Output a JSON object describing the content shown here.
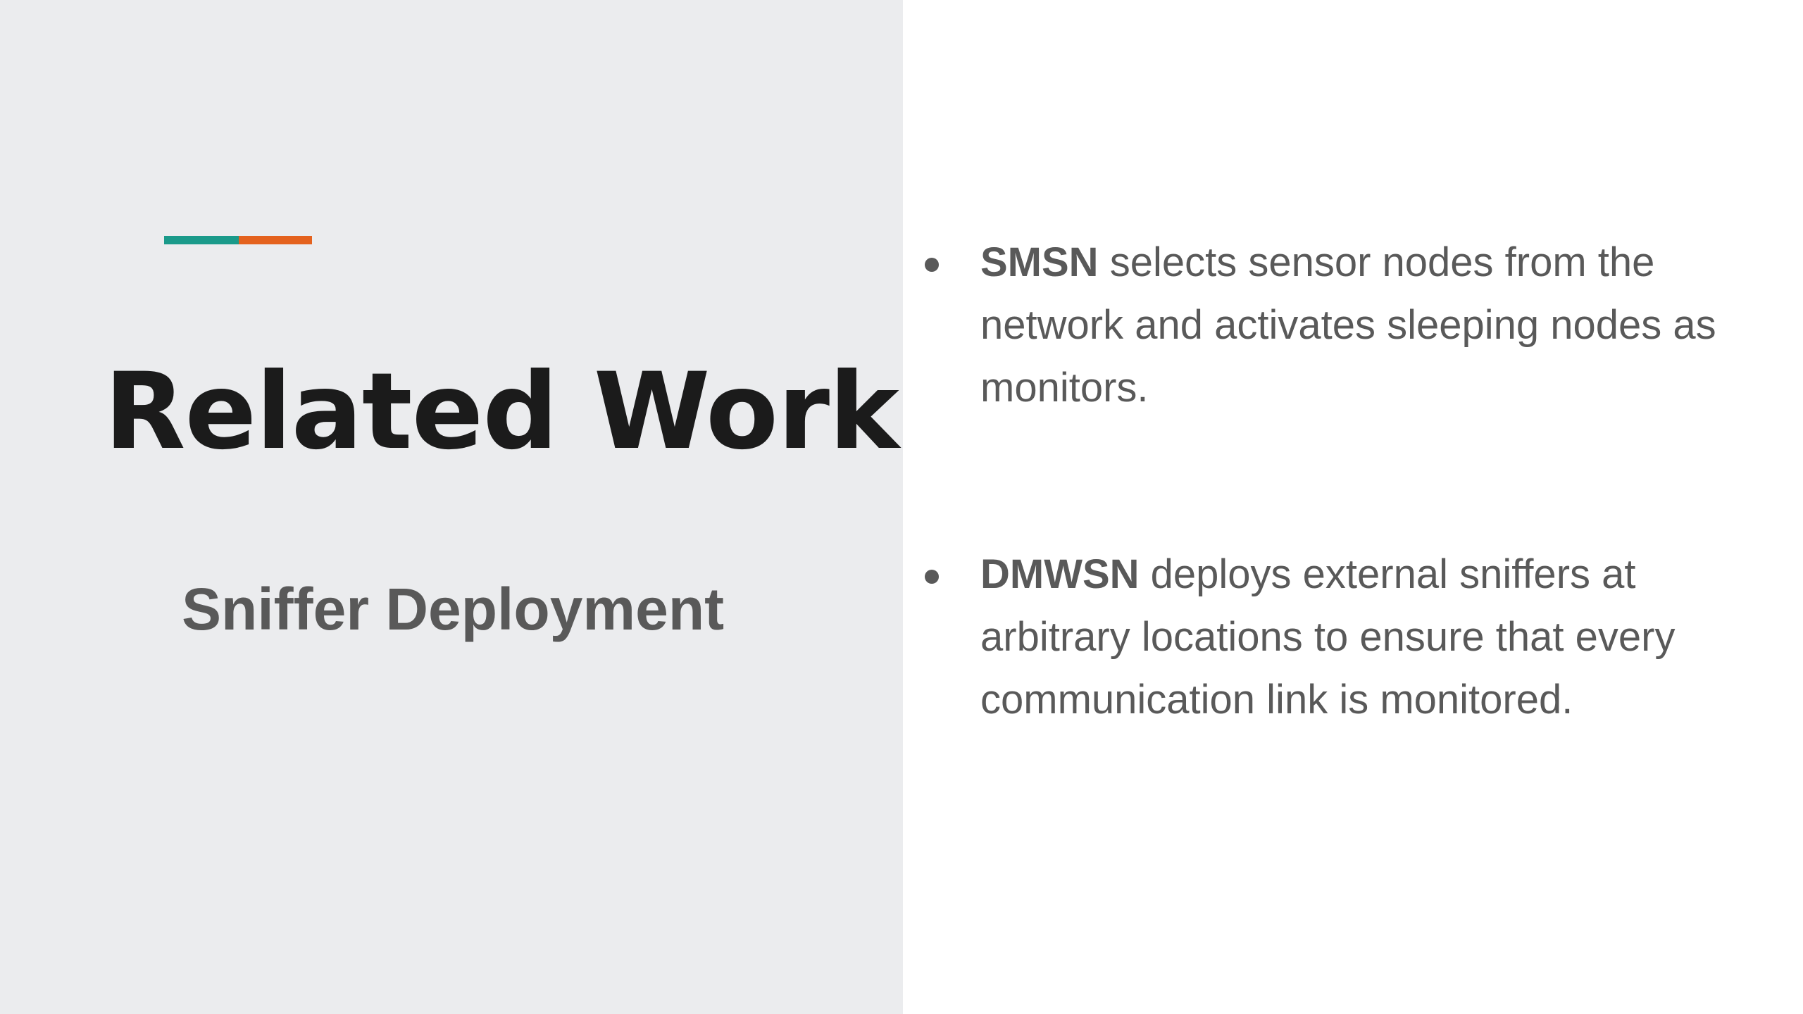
{
  "slide": {
    "title": "Related Work",
    "subtitle": "Sniffer Deployment",
    "accent_colors": {
      "teal": "#1a9a8a",
      "orange": "#e4621e"
    },
    "left_panel_color": "#ebecee",
    "bullets": [
      {
        "term": "SMSN",
        "text": " selects sensor nodes from the network and activates sleeping nodes as monitors."
      },
      {
        "term": "DMWSN",
        "text": " deploys external sniffers at arbitrary locations to ensure that every communication link is monitored."
      }
    ]
  }
}
